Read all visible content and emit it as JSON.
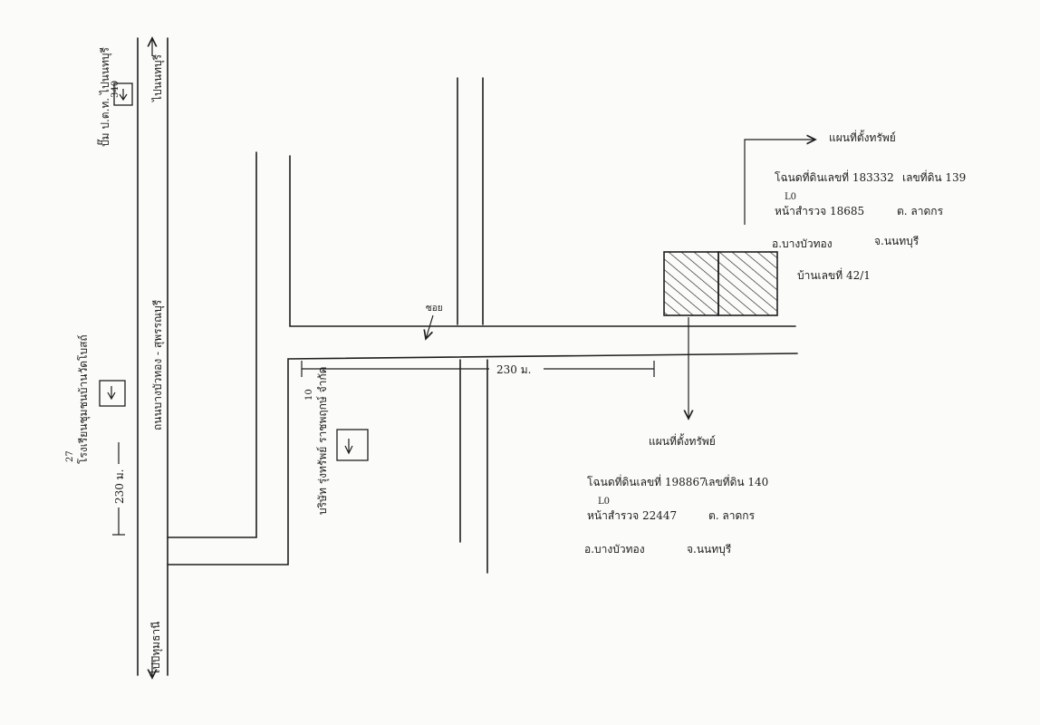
{
  "roads": {
    "to_nonthaburi_top": "ไปนนทบุรี",
    "to_pathumthani_bottom": "ไปปทุมธานี",
    "highway_label": "ถนนบางบัวทอง - สุพรรณบุรี",
    "connector": "ซอย",
    "distance_vertical": "230 ม.",
    "distance_horizontal": "230 ม."
  },
  "landmarks": {
    "petrol_station": "ปั๊ม ป.ต.ท. ไปนนทบุรี",
    "petrol_km": "340",
    "school": "โรงเรียนชุมชนบ้านวัดโบสถ์",
    "school_num": "27",
    "company": "บริษัท รุ่งทรัพย์ ราชพฤกษ์ จำกัด",
    "company_num": "10"
  },
  "parcel1": {
    "heading": "แผนที่ตั้งทรัพย์",
    "deed": "โฉนดที่ดินเลขที่ 183332",
    "land_no": "เลขที่ดิน 139",
    "survey": "หน้าสำรวจ 18685",
    "survey_mark": "L0",
    "tambon": "ต. ลาดกร",
    "district": "อ.บางบัวทอง",
    "province": "จ.นนทบุรี",
    "address": "บ้านเลขที่ 42/1"
  },
  "parcel2": {
    "heading": "แผนที่ตั้งทรัพย์",
    "deed": "โฉนดที่ดินเลขที่ 198867",
    "land_no": "เลขที่ดิน 140",
    "survey": "หน้าสำรวจ 22447",
    "survey_mark": "L0",
    "tambon": "ต. ลาดกร",
    "district": "อ.บางบัวทอง",
    "province": "จ.นนทบุรี"
  }
}
